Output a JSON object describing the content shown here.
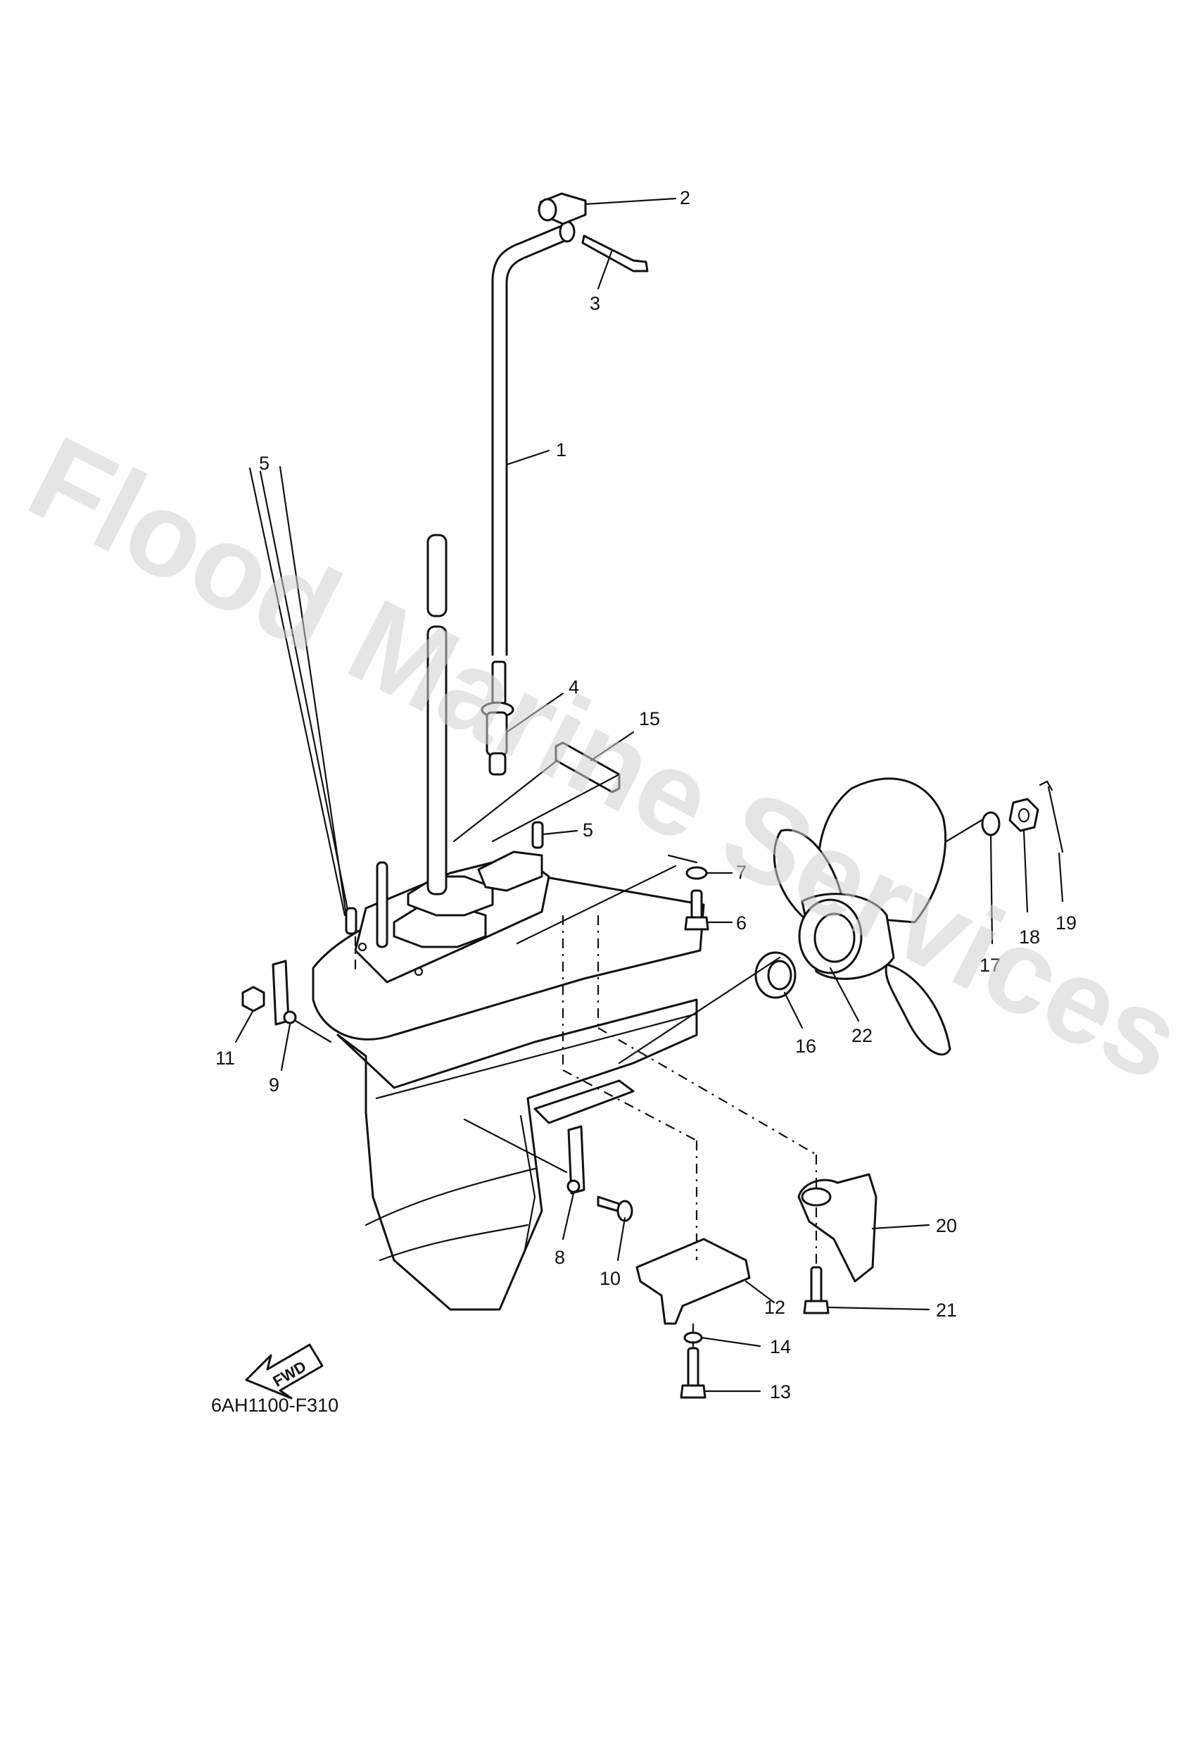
{
  "watermark": "Flood Marine Services",
  "diagram_code": "6AH1100-F310",
  "fwd_label": "FWD",
  "callouts": [
    {
      "id": "c1",
      "label": "1"
    },
    {
      "id": "c2",
      "label": "2"
    },
    {
      "id": "c3",
      "label": "3"
    },
    {
      "id": "c4",
      "label": "4"
    },
    {
      "id": "c5a",
      "label": "5"
    },
    {
      "id": "c5b",
      "label": "5"
    },
    {
      "id": "c6",
      "label": "6"
    },
    {
      "id": "c7",
      "label": "7"
    },
    {
      "id": "c8",
      "label": "8"
    },
    {
      "id": "c9",
      "label": "9"
    },
    {
      "id": "c10",
      "label": "10"
    },
    {
      "id": "c11",
      "label": "11"
    },
    {
      "id": "c12",
      "label": "12"
    },
    {
      "id": "c13",
      "label": "13"
    },
    {
      "id": "c14",
      "label": "14"
    },
    {
      "id": "c15",
      "label": "15"
    },
    {
      "id": "c16",
      "label": "16"
    },
    {
      "id": "c17",
      "label": "17"
    },
    {
      "id": "c18",
      "label": "18"
    },
    {
      "id": "c19",
      "label": "19"
    },
    {
      "id": "c20",
      "label": "20"
    },
    {
      "id": "c21",
      "label": "21"
    },
    {
      "id": "c22",
      "label": "22"
    }
  ]
}
